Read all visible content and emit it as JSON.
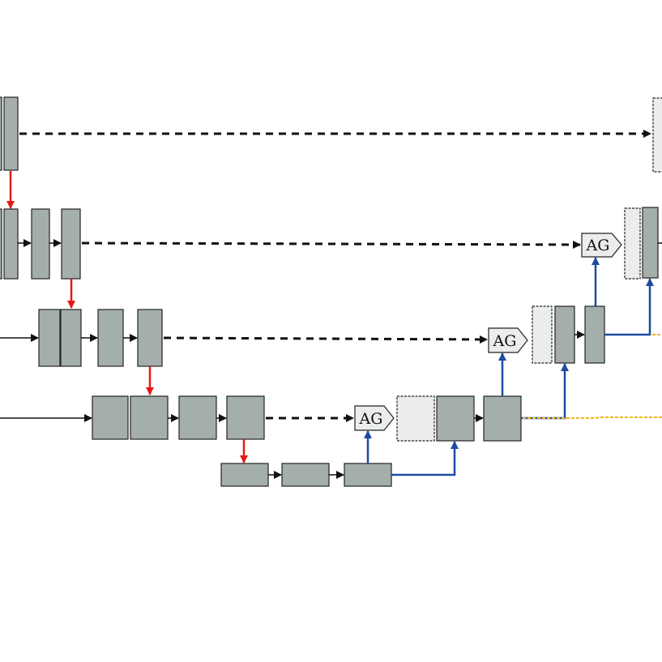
{
  "diagram": {
    "kind": "attention-unet-architecture",
    "colors": {
      "feature_block_fill": "#a4afac",
      "concat_block_fill": "#ebecec",
      "block_stroke": "#222222",
      "plain_arrow": "#111111",
      "downsample_arrow": "#e41b14",
      "upsample_arrow": "#1f4aa0",
      "deep_supervision_line": "#f1b51a",
      "attention_gate_fill": "#ebecec"
    },
    "attention_gates": [
      {
        "label": "AG"
      },
      {
        "label": "AG"
      },
      {
        "label": "AG"
      }
    ]
  }
}
